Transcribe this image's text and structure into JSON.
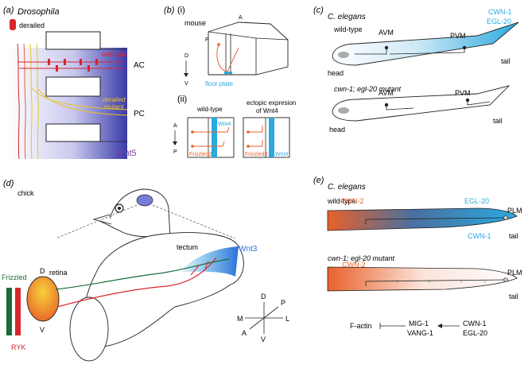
{
  "colors": {
    "red": "#d7262c",
    "orange": "#e8612a",
    "yellow": "#e8c22a",
    "green": "#1a6b3a",
    "cyan": "#2aa9de",
    "purple": "#7b3f9a",
    "blue_band": "#3a3aa8",
    "gray": "#9a9a9a"
  },
  "panel_a": {
    "label": "(a)",
    "organism": "Drosophila",
    "legend": "derailed",
    "wildtype": "wild-type",
    "derailed_mutant_1": "derailed",
    "derailed_mutant_2": "mutant",
    "ac": "AC",
    "pc": "PC",
    "wnt5": "Wnt5"
  },
  "panel_b": {
    "label": "(b)",
    "sub_i": "(i)",
    "mouse": "mouse",
    "axis_a": "A",
    "axis_p": "P",
    "axis_d": "D",
    "axis_v": "V",
    "floor_plate": "floor plate",
    "sub_ii": "(ii)",
    "wildtype": "wild-type",
    "ectopic_1": "ectopic expresion",
    "ectopic_2": "of Wnt4",
    "wnt4_a": "Wnt4",
    "wnt4_b": "Wnt4",
    "frizzled_a": "Frizzled3",
    "frizzled_b": "Frizzled3",
    "ap_a": "A",
    "ap_p": "P"
  },
  "panel_c": {
    "label": "(c)",
    "organism": "C. elegans",
    "wildtype": "wild-type",
    "avm": "AVM",
    "pvm": "PVM",
    "cwn1": "CWN-1",
    "egl20": "EGL-20",
    "head": "head",
    "tail": "tail",
    "mutant": "cwn-1; egl-20 mutant",
    "avm2": "AVM",
    "pvm2": "PVM",
    "head2": "head",
    "tail2": "tail"
  },
  "panel_d": {
    "label": "(d)",
    "chick": "chick",
    "tectum": "tectum",
    "wnt3": "Wnt3",
    "retina": "retina",
    "frizzled": "Frizzled",
    "ryk": "RYK",
    "d": "D",
    "v": "V",
    "axes": {
      "d": "D",
      "v": "V",
      "m": "M",
      "l": "L",
      "a": "A",
      "p": "P"
    }
  },
  "panel_e": {
    "label": "(e)",
    "organism": "C. elegans",
    "wildtype": "wild-type",
    "cwn2": "CWN-2",
    "egl20": "EGL-20",
    "cwn1": "CWN-1",
    "plm": "PLM",
    "tail": "tail",
    "mutant": "cwn-1; egl-20 mutant",
    "cwn2_mut": "CWN-2",
    "plm2": "PLM",
    "tail2": "tail",
    "pathway": {
      "factin": "F-actin",
      "mig1": "MIG-1",
      "vang1": "VANG-1",
      "cwn1": "CWN-1",
      "egl20": "EGL-20"
    }
  }
}
